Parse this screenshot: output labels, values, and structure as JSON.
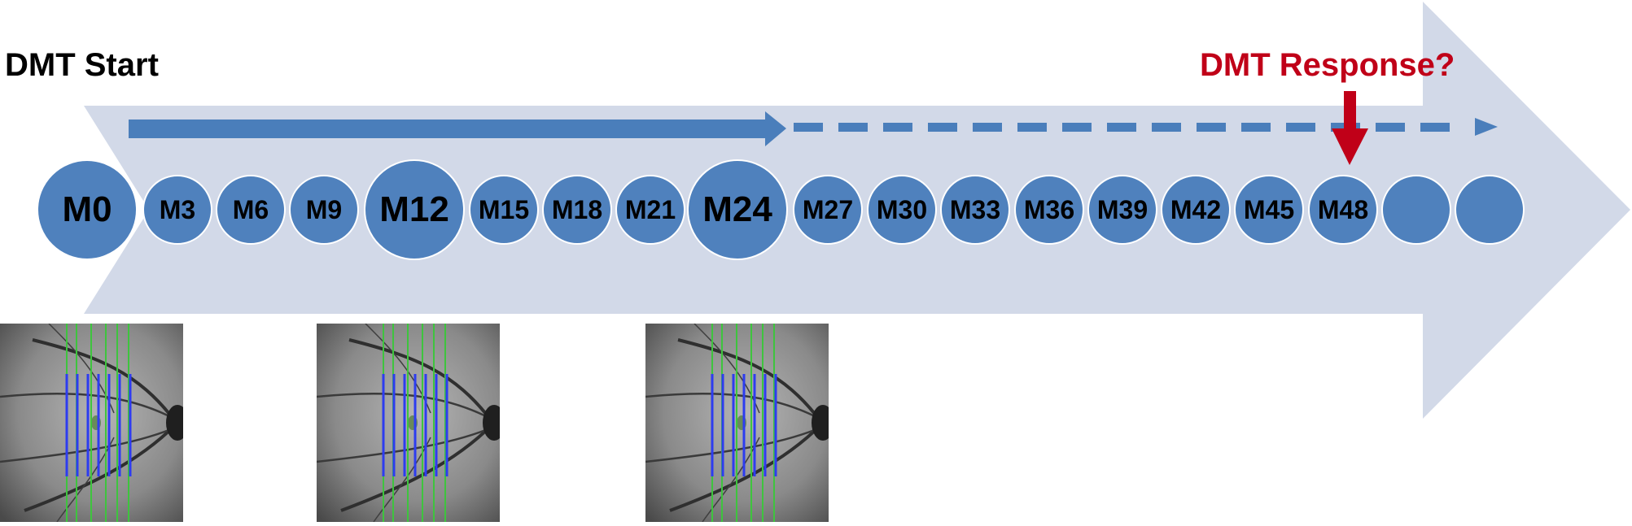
{
  "labels": {
    "start": "DMT Start",
    "response": "DMT Response?"
  },
  "colors": {
    "big_arrow": "#d2d9e8",
    "timepoint_fill": "#4f81bd",
    "timeline_arrow": "#4a7ebb",
    "response_arrow": "#c00018",
    "fundus_blue_lines": "#2d3cf0",
    "fundus_green_lines": "#3ec43e"
  },
  "timepoints": [
    {
      "label": "M0",
      "emphasis": true
    },
    {
      "label": "M3",
      "emphasis": false
    },
    {
      "label": "M6",
      "emphasis": false
    },
    {
      "label": "M9",
      "emphasis": false
    },
    {
      "label": "M12",
      "emphasis": true
    },
    {
      "label": "M15",
      "emphasis": false
    },
    {
      "label": "M18",
      "emphasis": false
    },
    {
      "label": "M21",
      "emphasis": false
    },
    {
      "label": "M24",
      "emphasis": true
    },
    {
      "label": "M27",
      "emphasis": false
    },
    {
      "label": "M30",
      "emphasis": false
    },
    {
      "label": "M33",
      "emphasis": false
    },
    {
      "label": "M36",
      "emphasis": false
    },
    {
      "label": "M39",
      "emphasis": false
    },
    {
      "label": "M42",
      "emphasis": false
    },
    {
      "label": "M45",
      "emphasis": false
    },
    {
      "label": "M48",
      "emphasis": false
    },
    {
      "label": "",
      "emphasis": false
    },
    {
      "label": "",
      "emphasis": false
    }
  ],
  "fundus_images": [
    {
      "timepoint": "M0",
      "icon": "fundus-oct-scan-image"
    },
    {
      "timepoint": "M12",
      "icon": "fundus-oct-scan-image"
    },
    {
      "timepoint": "M24",
      "icon": "fundus-oct-scan-image"
    }
  ]
}
